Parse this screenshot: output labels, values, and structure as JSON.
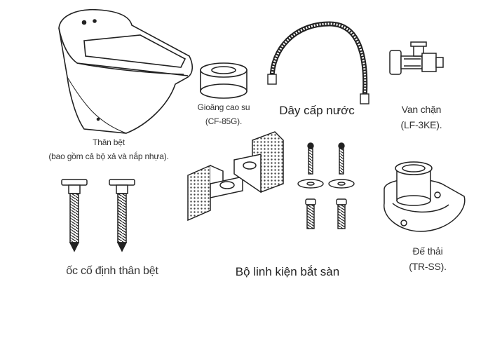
{
  "parts": {
    "toilet": {
      "name": "Thân bệt",
      "note": "(bao gồm cả bộ xả và nắp nhựa)."
    },
    "gasket": {
      "name": "Gioăng cao su",
      "code": "(CF-85G)."
    },
    "hose": {
      "name": "Dây cấp nước"
    },
    "valve": {
      "name": "Van chặn",
      "code": "(LF-3KE)."
    },
    "screws": {
      "name": "ốc cố định thân bệt"
    },
    "floor_kit": {
      "name": "Bộ linh kiện bắt sàn"
    },
    "flange": {
      "name": "Đế thải",
      "code": "(TR-SS)."
    }
  }
}
